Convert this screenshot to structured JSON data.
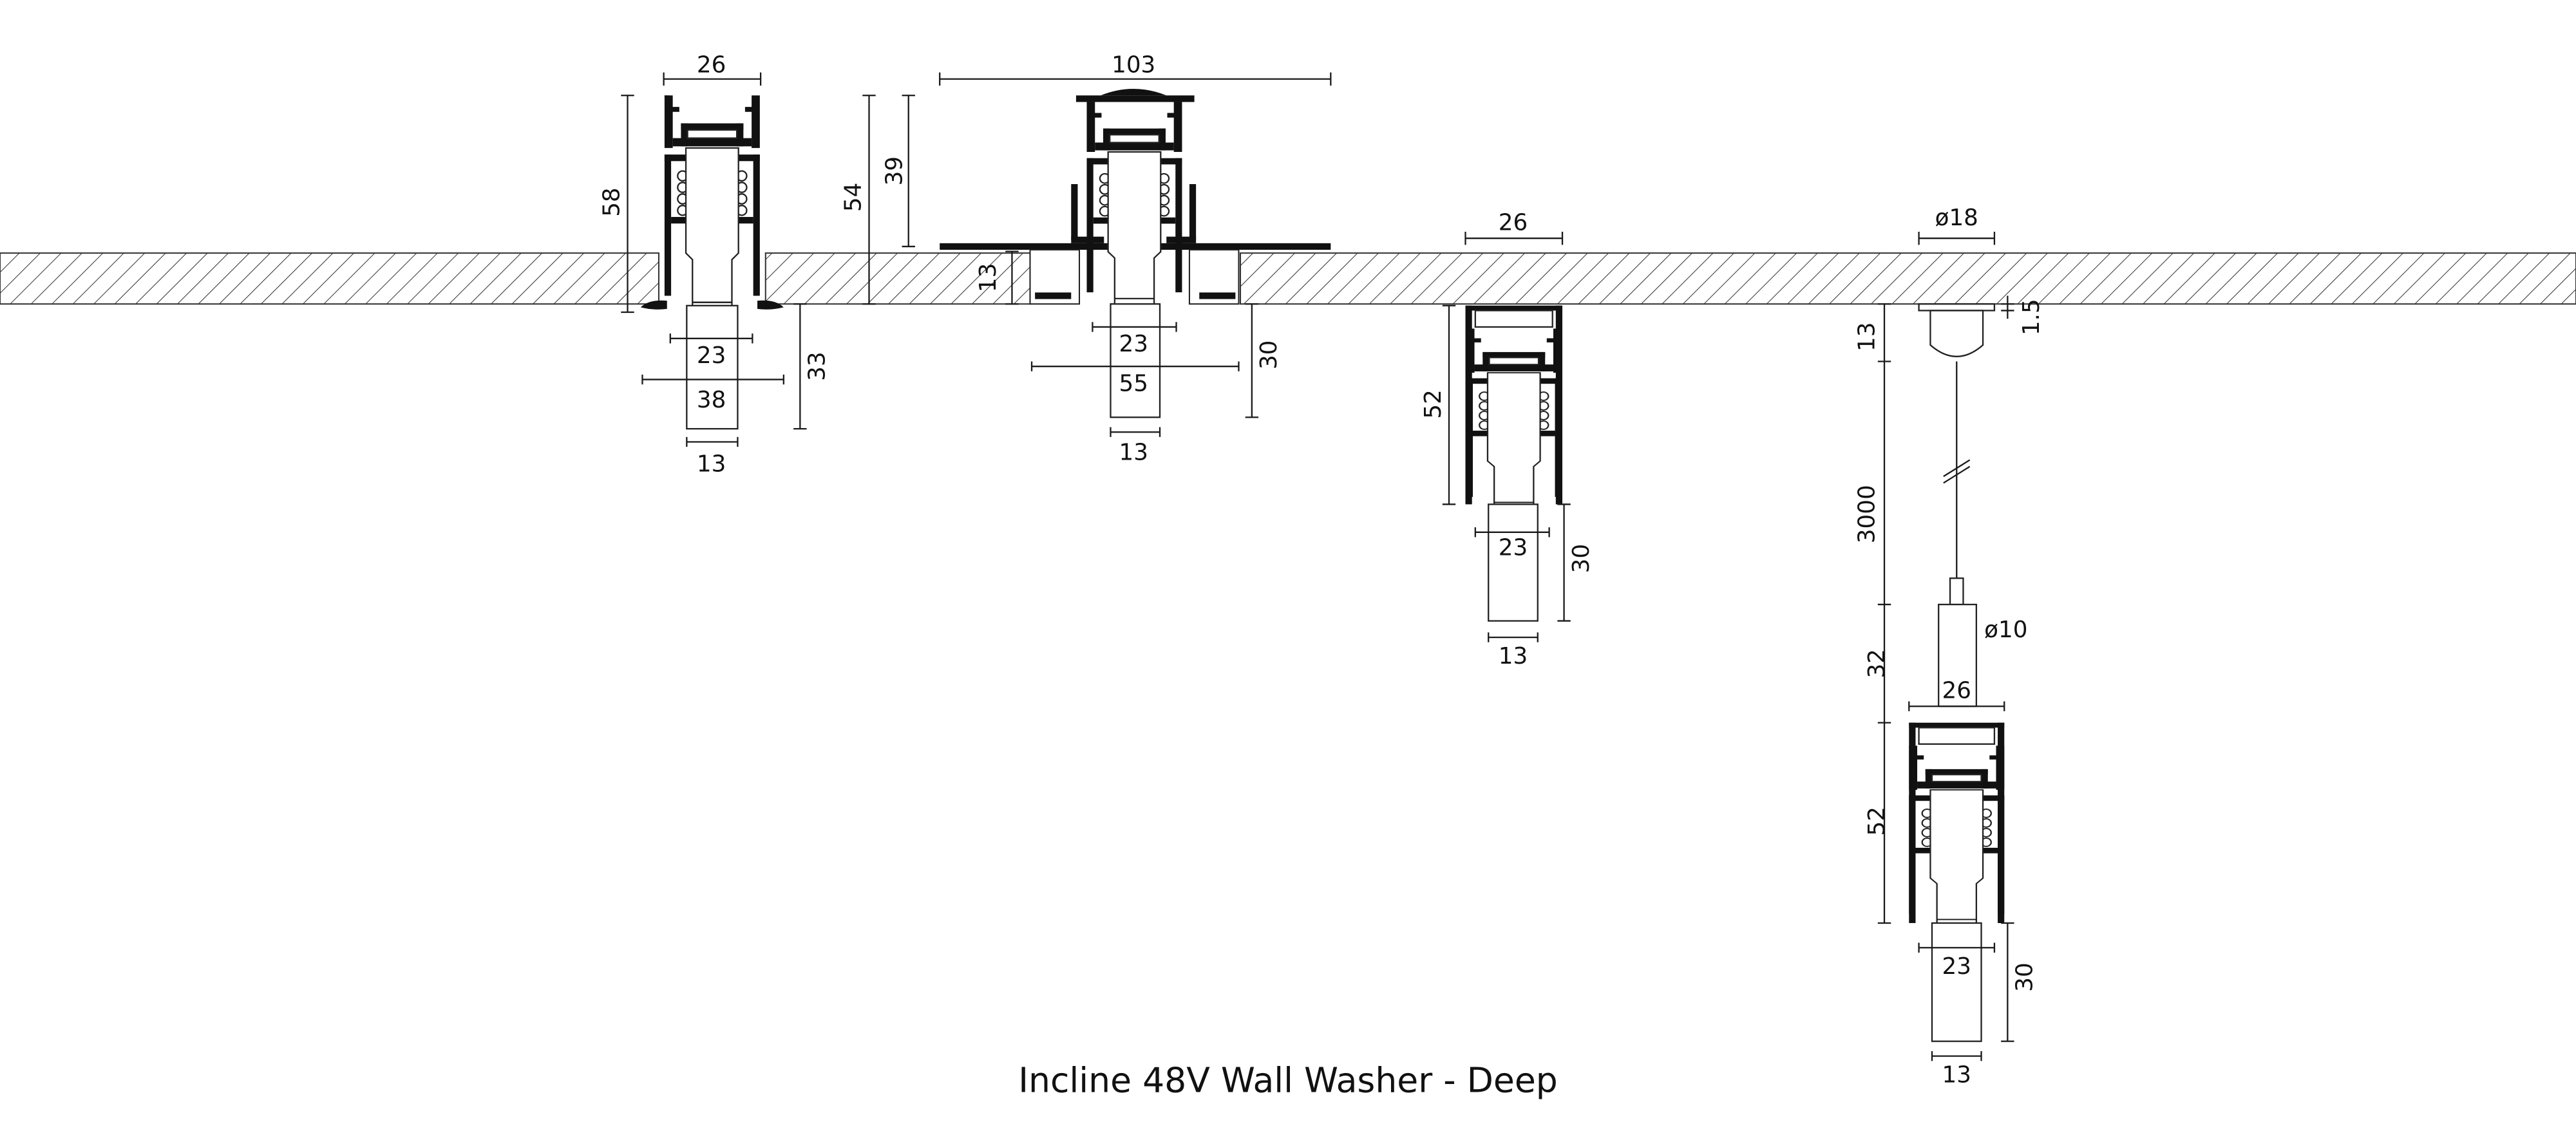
{
  "title": "Incline 48V Wall Washer - Deep",
  "variants": [
    {
      "name": "trimless-recessed",
      "width": "26",
      "height": "58",
      "depth_in_ceiling": "54",
      "diffuser_width": "23",
      "flange_width": "38",
      "lens_width": "13",
      "protrusion": "33"
    },
    {
      "name": "plaster-in-recessed",
      "width": "103",
      "height": "39",
      "plate_depth": "13",
      "diffuser_width": "23",
      "flange_width": "55",
      "lens_width": "13",
      "protrusion": "30"
    },
    {
      "name": "surface-mounted",
      "width": "26",
      "height": "52",
      "diffuser_width": "23",
      "protrusion": "30",
      "lens_width": "13"
    },
    {
      "name": "suspended",
      "canopy_diameter": "ø18",
      "canopy_thickness": "1.5",
      "canopy_height": "13",
      "cable_length": "3000",
      "gripper_diameter": "ø10",
      "gripper_height": "32",
      "width": "26",
      "height": "52",
      "diffuser_width": "23",
      "protrusion": "30",
      "lens_width": "13"
    }
  ]
}
